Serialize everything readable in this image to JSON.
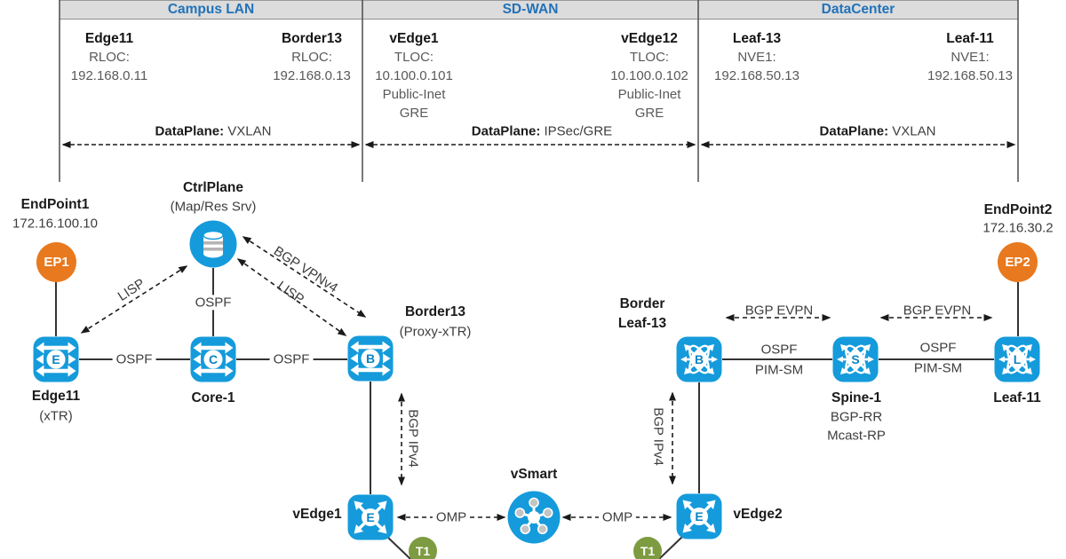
{
  "colors": {
    "icon_blue": "#159BDB",
    "header_blue": "#2272B8",
    "orange": "#E8791E",
    "olive": "#7D9B40",
    "line": "#1a1a1a"
  },
  "panels": [
    {
      "title": "Campus LAN",
      "left": {
        "name": "Edge11",
        "lines": [
          "RLOC:",
          "192.168.0.11"
        ]
      },
      "right": {
        "name": "Border13",
        "lines": [
          "RLOC:",
          "192.168.0.13"
        ]
      },
      "dataplane_label": "DataPlane:",
      "dataplane_value": "VXLAN"
    },
    {
      "title": "SD-WAN",
      "left": {
        "name": "vEdge1",
        "lines": [
          "TLOC:",
          "10.100.0.101",
          "Public-Inet",
          "GRE"
        ]
      },
      "right": {
        "name": "vEdge12",
        "lines": [
          "TLOC:",
          "10.100.0.102",
          "Public-Inet",
          "GRE"
        ]
      },
      "dataplane_label": "DataPlane:",
      "dataplane_value": "IPSec/GRE"
    },
    {
      "title": "DataCenter",
      "left": {
        "name": "Leaf-13",
        "lines": [
          "NVE1:",
          "192.168.50.13"
        ]
      },
      "right": {
        "name": "Leaf-11",
        "lines": [
          "NVE1:",
          "192.168.50.13"
        ]
      },
      "dataplane_label": "DataPlane:",
      "dataplane_value": "VXLAN"
    }
  ],
  "nodes": {
    "endpoint1": {
      "title": "EndPoint1",
      "ip": "172.16.100.10",
      "badge": "EP1"
    },
    "endpoint2": {
      "title": "EndPoint2",
      "ip": "172.16.30.2",
      "badge": "EP2"
    },
    "ctrlplane": {
      "title": "CtrlPlane",
      "subtitle": "(Map/Res Srv)"
    },
    "edge11": {
      "title": "Edge11",
      "subtitle": "(xTR)",
      "letter": "E"
    },
    "core1": {
      "title": "Core-1",
      "letter": "C"
    },
    "border13": {
      "title": "Border13",
      "subtitle": "(Proxy-xTR)",
      "letter": "B"
    },
    "vedge1": {
      "title": "vEdge1",
      "letter": "E"
    },
    "vsmart": {
      "title": "vSmart"
    },
    "vedge2": {
      "title": "vEdge2",
      "letter": "E"
    },
    "border_leaf13": {
      "title1": "Border",
      "title2": "Leaf-13",
      "letter": "B"
    },
    "spine1": {
      "title": "Spine-1",
      "line2": "BGP-RR",
      "line3": "Mcast-RP",
      "letter": "S"
    },
    "leaf11": {
      "title": "Leaf-11",
      "letter": "L"
    },
    "t1_left": {
      "badge": "T1"
    },
    "t1_right": {
      "badge": "T1"
    }
  },
  "links": {
    "lisp_left": "LISP",
    "lisp_right": "LISP",
    "bgp_vpnv4": "BGP VPNv4",
    "ospf_ctrl": "OSPF",
    "ospf_edge_core": "OSPF",
    "ospf_core_border": "OSPF",
    "bgp_ipv4_left": "BGP IPv4",
    "bgp_ipv4_right": "BGP IPv4",
    "omp_left": "OMP",
    "omp_right": "OMP",
    "bgp_evpn_left": "BGP EVPN",
    "bgp_evpn_right": "BGP EVPN",
    "ospf_pim_left_1": "OSPF",
    "ospf_pim_left_2": "PIM-SM",
    "ospf_pim_right_1": "OSPF",
    "ospf_pim_right_2": "PIM-SM"
  }
}
